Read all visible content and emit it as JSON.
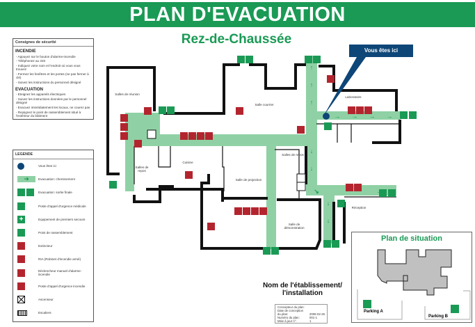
{
  "header": {
    "title": "PLAN D'EVACUATION"
  },
  "floor": {
    "title": "Rez-de-Chaussée"
  },
  "you_are_here": {
    "label": "Vous êtes ici",
    "color": "#0d4677"
  },
  "colors": {
    "brand_green": "#1a9a55",
    "corridor_green": "#8fd1a5",
    "fire_red": "#b3252e",
    "walls": "#111111"
  },
  "consignes": {
    "title": "Consignes de sécurité",
    "sections": [
      {
        "title": "INCENDIE",
        "items": [
          "- Appuyez sur le bouton d'alarme-incendie",
          "- Téléphonez au 333",
          "- Indiquez votre nom et l'endroit où vous vous trouvez",
          "- Fermez les fenêtres et les portes (ne pas fermer à clé)",
          "- Suivez les instructions du personnel désigné"
        ]
      },
      {
        "title": "EVACUATION",
        "items": [
          "- Eteignez les appareils électriques",
          "- Suivez les instructions données par le personnel désigné",
          "- Evacuez immédiatement les locaux, ne courez pas",
          "- Rejoignez le point de rassemblement situé à l'extérieur du bâtiment"
        ]
      }
    ]
  },
  "legend": {
    "title": "LEGENDE",
    "items": [
      {
        "icon": "you-are-here-dot",
        "label": "Vous êtes ici"
      },
      {
        "icon": "evacuation-path-arrow",
        "label": "Evacuation: cheminement"
      },
      {
        "icon": "emergency-exit-icon",
        "label": "Evacuation: sortie finale"
      },
      {
        "icon": "medical-phone-icon",
        "label": "Poste d'appel d'urgence médicale"
      },
      {
        "icon": "first-aid-icon",
        "label": "Equipement de premiers secours"
      },
      {
        "icon": "assembly-point-icon",
        "label": "Point de rassemblement"
      },
      {
        "icon": "fire-extinguisher-icon",
        "label": "Extincteur"
      },
      {
        "icon": "fire-hose-icon",
        "label": "RIA (Robinet d'incendie armé)"
      },
      {
        "icon": "fire-alarm-icon",
        "label": "Déclencheur manuel d'alarme-incendie"
      },
      {
        "icon": "fire-phone-icon",
        "label": "Poste d'appel d'urgence incendie"
      },
      {
        "icon": "elevator-icon",
        "label": "Ascenseur"
      },
      {
        "icon": "stairs-icon",
        "label": "Escaliers"
      }
    ]
  },
  "rooms": {
    "reunion": "Salles de réunion",
    "courrier": "Salle courrier",
    "laboratoire": "Laboratoire",
    "repos_left": "Salles de repos",
    "cuisine": "Cuisine",
    "repos_right": "Salles de repos",
    "projection": "Salle de projection",
    "reception": "Réception",
    "demonstration": "Salle de démonstration"
  },
  "situation": {
    "title": "Plan de situation",
    "parking_a": "Parking A",
    "parking_b": "Parking B"
  },
  "establishment": {
    "name": "Nom de l'établissement/ l'installation"
  },
  "plan_info": [
    {
      "label": "Concepteur du plan:",
      "value": ""
    },
    {
      "label": "Date de conception",
      "value": ""
    },
    {
      "label": "du plan:",
      "value": "2006-02-26"
    },
    {
      "label": "Numéro du plan:",
      "value": "001-1"
    },
    {
      "label": "Mise à jour n°:",
      "value": "1"
    }
  ]
}
